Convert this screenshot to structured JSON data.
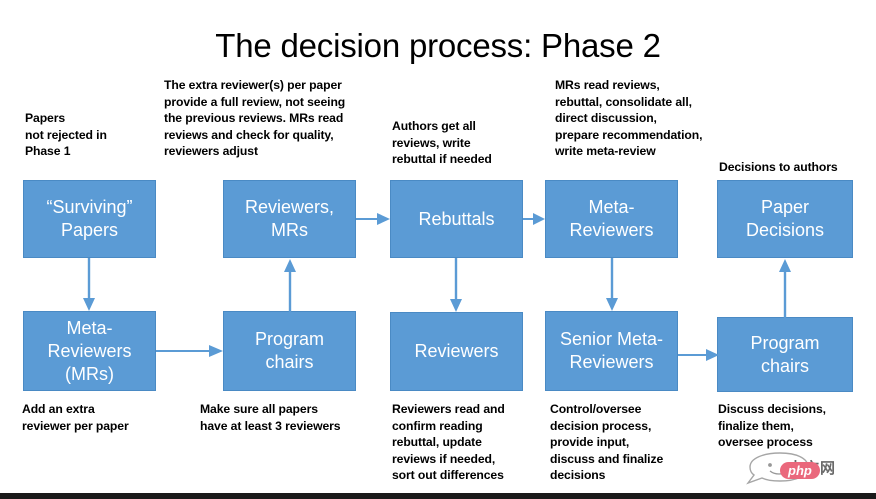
{
  "slide": {
    "title": "The decision process: Phase 2",
    "background_color": "#FFFFFF",
    "box_fill_color": "#5B9BD5",
    "box_text_color": "#FFFFFF",
    "arrow_color": "#5B9BD5",
    "annotation_color": "#000000"
  },
  "annotations": {
    "papers_not_rejected": "Papers\nnot rejected in\nPhase 1",
    "extra_reviewers": "The extra reviewer(s) per paper\nprovide a full review, not seeing\nthe previous reviews. MRs read\nreviews and check for quality,\nreviewers adjust",
    "authors_get_all": "Authors get all\nreviews, write\nrebuttal if needed",
    "mrs_read_reviews": "MRs read reviews,\nrebuttal, consolidate all,\ndirect discussion,\nprepare recommendation,\nwrite meta-review",
    "decisions_to_authors": "Decisions to authors",
    "add_extra_reviewer": "Add an extra\nreviewer per paper",
    "make_sure_all_papers": "Make sure all papers\nhave at least 3 reviewers",
    "reviewers_read_confirm": "Reviewers read and\nconfirm reading\nrebuttal, update\nreviews if needed,\nsort out differences",
    "control_oversee": "Control/oversee\ndecision process,\nprovide input,\ndiscuss and finalize\ndecisions",
    "discuss_decisions": "Discuss decisions,\nfinalize them,\noversee process"
  },
  "boxes": {
    "surviving_papers": "“Surviving”\nPapers",
    "meta_reviewers_mrs": "Meta-\nReviewers\n(MRs)",
    "reviewers_mrs": "Reviewers,\nMRs",
    "program_chairs_left": "Program\nchairs",
    "rebuttals": "Rebuttals",
    "reviewers": "Reviewers",
    "meta_reviewers": "Meta-\nReviewers",
    "senior_meta_reviewers": "Senior Meta-\nReviewers",
    "paper_decisions": "Paper\nDecisions",
    "program_chairs_right": "Program\nchairs"
  },
  "watermark": {
    "badge": "php",
    "text": "中文网"
  }
}
